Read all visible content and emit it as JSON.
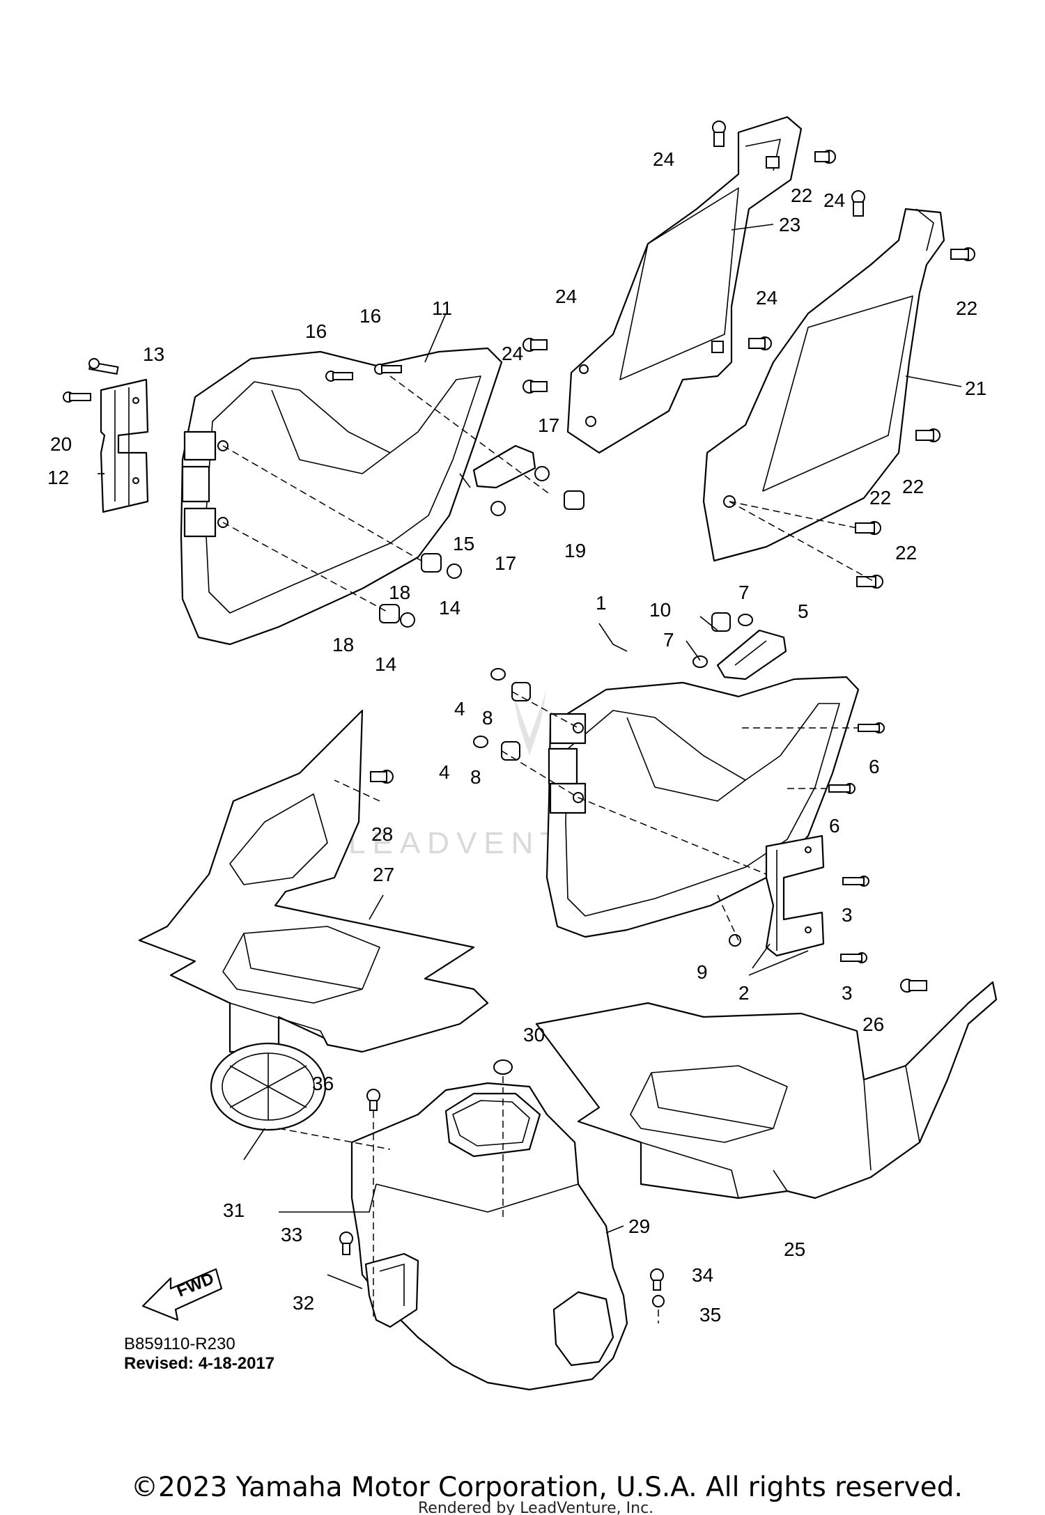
{
  "diagram": {
    "drawing_number": "B859110-R230",
    "revised": "Revised: 4-18-2017",
    "fwd_label": "FWD",
    "watermark": "LEADVENTURE",
    "copyright": "©2023 Yamaha Motor Corporation, U.S.A. All rights reserved.",
    "rendered_by": "Rendered by LeadVenture, Inc.",
    "callouts": [
      "1",
      "2",
      "3",
      "3",
      "4",
      "4",
      "5",
      "6",
      "6",
      "7",
      "7",
      "8",
      "8",
      "9",
      "10",
      "11",
      "12",
      "13",
      "14",
      "14",
      "15",
      "16",
      "16",
      "17",
      "17",
      "18",
      "18",
      "19",
      "20",
      "21",
      "22",
      "22",
      "22",
      "22",
      "22",
      "23",
      "24",
      "24",
      "24",
      "24",
      "24",
      "25",
      "26",
      "27",
      "28",
      "29",
      "30",
      "31",
      "32",
      "33",
      "34",
      "35",
      "36"
    ]
  }
}
